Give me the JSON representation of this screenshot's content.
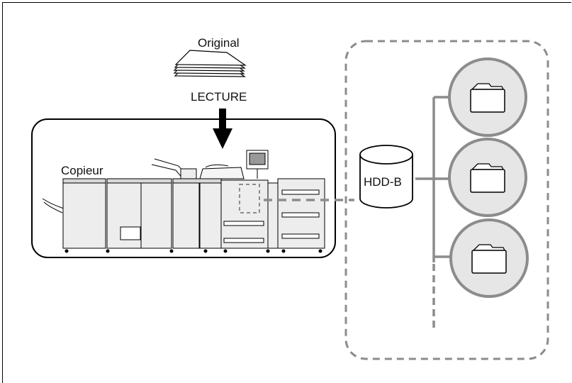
{
  "labels": {
    "original": "Original",
    "scan": "LECTURE",
    "copier": "Copieur",
    "storage": "HDD-B"
  },
  "colors": {
    "line_gray": "#8c8c8c",
    "fill_light": "#e6e6e6",
    "stroke_dark": "#000000"
  },
  "icons": {
    "document_stack": "document-stack-icon",
    "arrow": "arrow-down-icon",
    "copier": "copier-machine-icon",
    "hdd": "database-cylinder-icon",
    "folder": "folder-icon"
  }
}
